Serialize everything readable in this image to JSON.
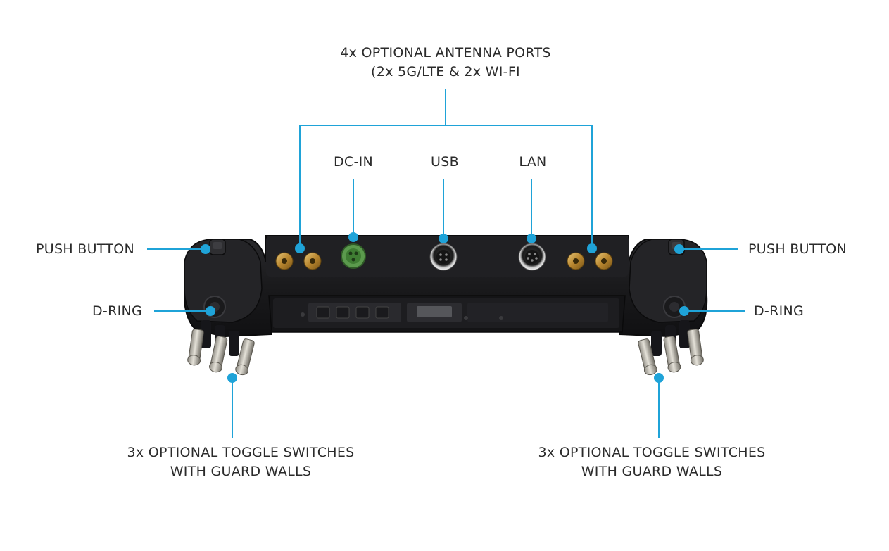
{
  "colors": {
    "callout": "#1fa3d8",
    "device_body": "#1c1c1e",
    "text": "#2b2b2b"
  },
  "labels": {
    "antenna_line1": "4x OPTIONAL ANTENNA PORTS",
    "antenna_line2": "(2x 5G/LTE & 2x WI-FI",
    "dc_in": "DC-IN",
    "usb": "USB",
    "lan": "LAN",
    "push_button_left": "PUSH BUTTON",
    "push_button_right": "PUSH BUTTON",
    "d_ring_left": "D-RING",
    "d_ring_right": "D-RING",
    "toggle_left_line1": "3x OPTIONAL TOGGLE SWITCHES",
    "toggle_left_line2": "WITH GUARD WALLS",
    "toggle_right_line1": "3x OPTIONAL TOGGLE SWITCHES",
    "toggle_right_line2": "WITH GUARD WALLS"
  },
  "icons": [
    "antenna-connector-icon",
    "dc-in-connector-icon",
    "usb-connector-icon",
    "lan-connector-icon",
    "toggle-switch-icon",
    "d-ring-icon",
    "push-button-icon"
  ]
}
